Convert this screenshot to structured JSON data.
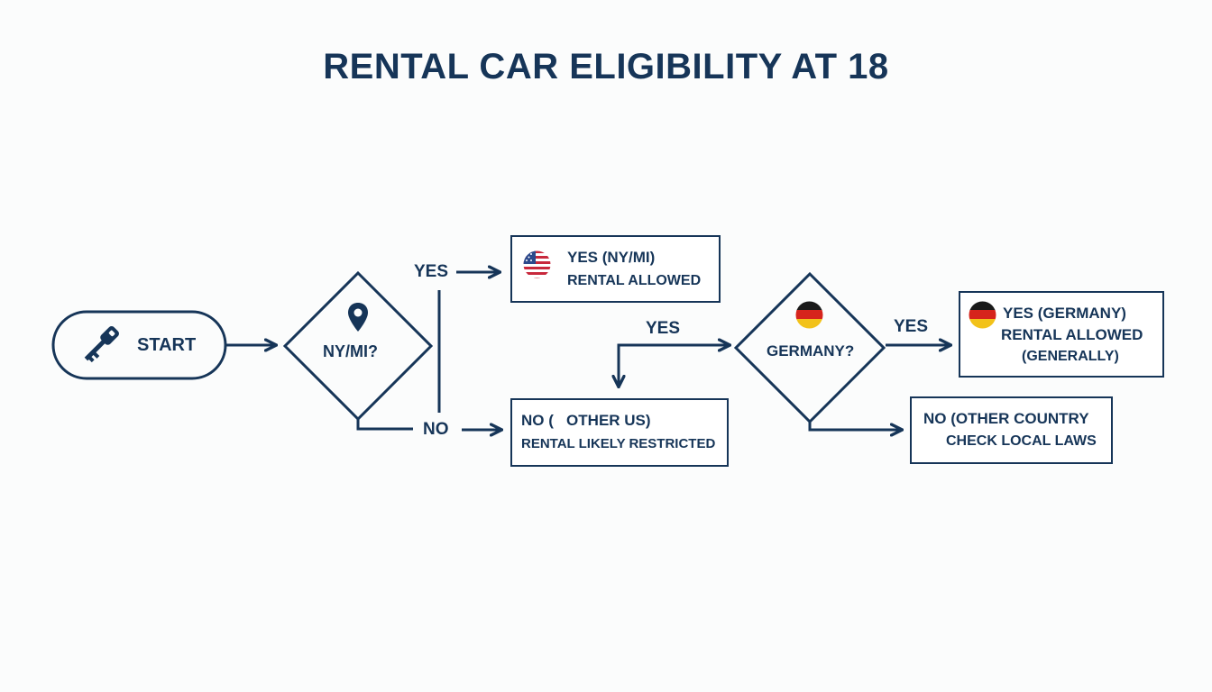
{
  "title": "RENTAL CAR ELIGIBILITY AT 18",
  "start": {
    "label": "START",
    "icon": "key-icon"
  },
  "decision_ny": {
    "label": "NY/MI?",
    "icon": "location-pin-icon",
    "yes_label": "YES",
    "no_label": "NO"
  },
  "result_ny_yes": {
    "line1": "YES (NY/MI)",
    "line2": "RENTAL ALLOWED",
    "icon": "us-flag-icon"
  },
  "result_ny_no": {
    "line1": "NO (   OTHER US)",
    "line2": "RENTAL LIKELY RESTRICTED"
  },
  "decision_germany": {
    "label": "GERMANY?",
    "icon": "germany-flag-icon",
    "yes_label": "YES",
    "entry_yes_label": "YES"
  },
  "result_germany_yes": {
    "line1": "YES (GERMANY)",
    "line2": "RENTAL ALLOWED",
    "line3": "(GENERALLY)",
    "icon": "germany-flag-icon"
  },
  "result_germany_no": {
    "line1": "NO (OTHER COUNTRY",
    "line2": "CHECK LOCAL LAWS"
  },
  "colors": {
    "primary": "#163558",
    "background": "#fbfcfc",
    "us_red": "#c8283c",
    "us_blue": "#2c4a8c",
    "de_black": "#1a1a1a",
    "de_red": "#d6241c",
    "de_gold": "#f2c21a"
  }
}
